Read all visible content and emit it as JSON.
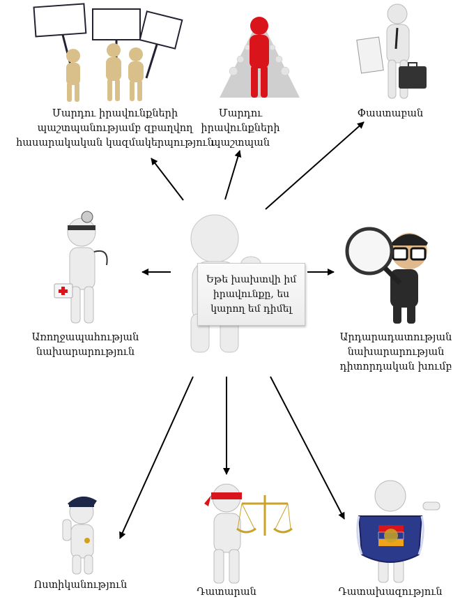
{
  "center": {
    "sign_text": "Եթե խախտվի իմ\nիրավունքը, ես\nկարող եմ դիմել"
  },
  "nodes": [
    {
      "id": "ngo",
      "label": "Մարդու իրավունքների\nպաշտպանությամբ զբաղվող\nհասարակական կազմակերպություն",
      "icon": "protest-figures-icon"
    },
    {
      "id": "ombudsman",
      "label": "Մարդու իրավունքների\nպաշտպան",
      "icon": "red-leader-figure-icon"
    },
    {
      "id": "lawyer",
      "label": "Փաստաբան",
      "icon": "lawyer-briefcase-icon"
    },
    {
      "id": "health",
      "label": "Առողջապահության\nնախարարություն",
      "icon": "doctor-figure-icon"
    },
    {
      "id": "justice",
      "label": "Արդարադատության\nնախարարության\nդիտորդական խումբ",
      "icon": "magnifier-detective-icon"
    },
    {
      "id": "police",
      "label": "Ոստիկանություն",
      "icon": "police-figure-icon"
    },
    {
      "id": "court",
      "label": "Դատարան",
      "icon": "justice-scales-figure-icon"
    },
    {
      "id": "prosecutor",
      "label": "Դատախազություն",
      "icon": "prosecutor-emblem-figure-icon"
    }
  ],
  "colors": {
    "figure": "#e9e9e9",
    "figure_shade": "#bdbdbd",
    "arrow": "#000000",
    "red": "#d9141b",
    "tan": "#d9c08a"
  }
}
